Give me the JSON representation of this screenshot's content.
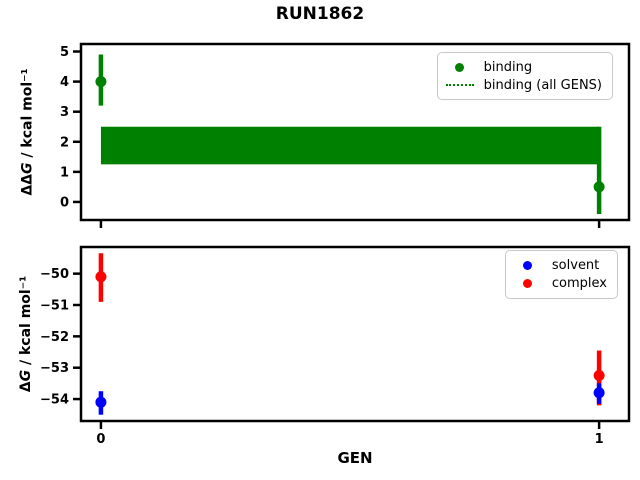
{
  "figure": {
    "title": "RUN1862",
    "background": "#ffffff"
  },
  "chart_data": [
    {
      "type": "scatter",
      "subplot": "top-binding-panel",
      "ylabel": "ΔΔG / kcal mol⁻¹",
      "ylabel_parts": {
        "prefix": "ΔΔ",
        "variable": "G",
        "unit": " / kcal mol⁻¹"
      },
      "xlim": [
        -0.04,
        1.06
      ],
      "ylim": [
        -0.6,
        5.25
      ],
      "yticks": [
        0,
        1,
        2,
        3,
        4,
        5
      ],
      "xticks": [
        0,
        1
      ],
      "show_xtick_labels": false,
      "grid": false,
      "legend": {
        "position": "upper right",
        "entries": [
          {
            "label": "binding",
            "symbol": "dot",
            "color": "#008000"
          },
          {
            "label": "binding (all GENS)",
            "symbol": "dotted-line",
            "color": "#008000"
          }
        ]
      },
      "band": {
        "label": "binding (all GENS)",
        "color": "#008000",
        "x_range": [
          0,
          1
        ],
        "y_low": 1.25,
        "y_high": 2.5
      },
      "series": [
        {
          "name": "binding",
          "color": "#008000",
          "marker": "circle",
          "points": [
            {
              "x": 0,
              "y": 4.0,
              "err_low": 3.2,
              "err_high": 4.9
            },
            {
              "x": 1,
              "y": 0.5,
              "err_low": -0.4,
              "err_high": 2.5
            }
          ]
        }
      ]
    },
    {
      "type": "scatter",
      "subplot": "bottom-solvent-complex-panel",
      "ylabel": "ΔG / kcal mol⁻¹",
      "ylabel_parts": {
        "prefix": "Δ",
        "variable": "G",
        "unit": " / kcal mol⁻¹"
      },
      "xlabel": "GEN",
      "xlim": [
        -0.04,
        1.06
      ],
      "ylim": [
        -54.7,
        -49.15
      ],
      "yticks": [
        -50,
        -51,
        -52,
        -53,
        -54
      ],
      "xticks": [
        0,
        1
      ],
      "show_xtick_labels": true,
      "grid": false,
      "legend": {
        "position": "upper right",
        "entries": [
          {
            "label": "solvent",
            "symbol": "dot",
            "color": "#0000ff"
          },
          {
            "label": "complex",
            "symbol": "dot",
            "color": "#ff0000"
          }
        ]
      },
      "series": [
        {
          "name": "complex",
          "color": "#ff0000",
          "marker": "circle",
          "points": [
            {
              "x": 0,
              "y": -50.1,
              "err_low": -50.9,
              "err_high": -49.35
            },
            {
              "x": 1,
              "y": -53.25,
              "err_low": -54.2,
              "err_high": -52.45
            }
          ]
        },
        {
          "name": "solvent",
          "color": "#0000ff",
          "marker": "circle",
          "points": [
            {
              "x": 0,
              "y": -54.1,
              "err_low": -54.5,
              "err_high": -53.75
            },
            {
              "x": 1,
              "y": -53.8,
              "err_low": -54.15,
              "err_high": -53.5
            }
          ]
        }
      ]
    }
  ]
}
